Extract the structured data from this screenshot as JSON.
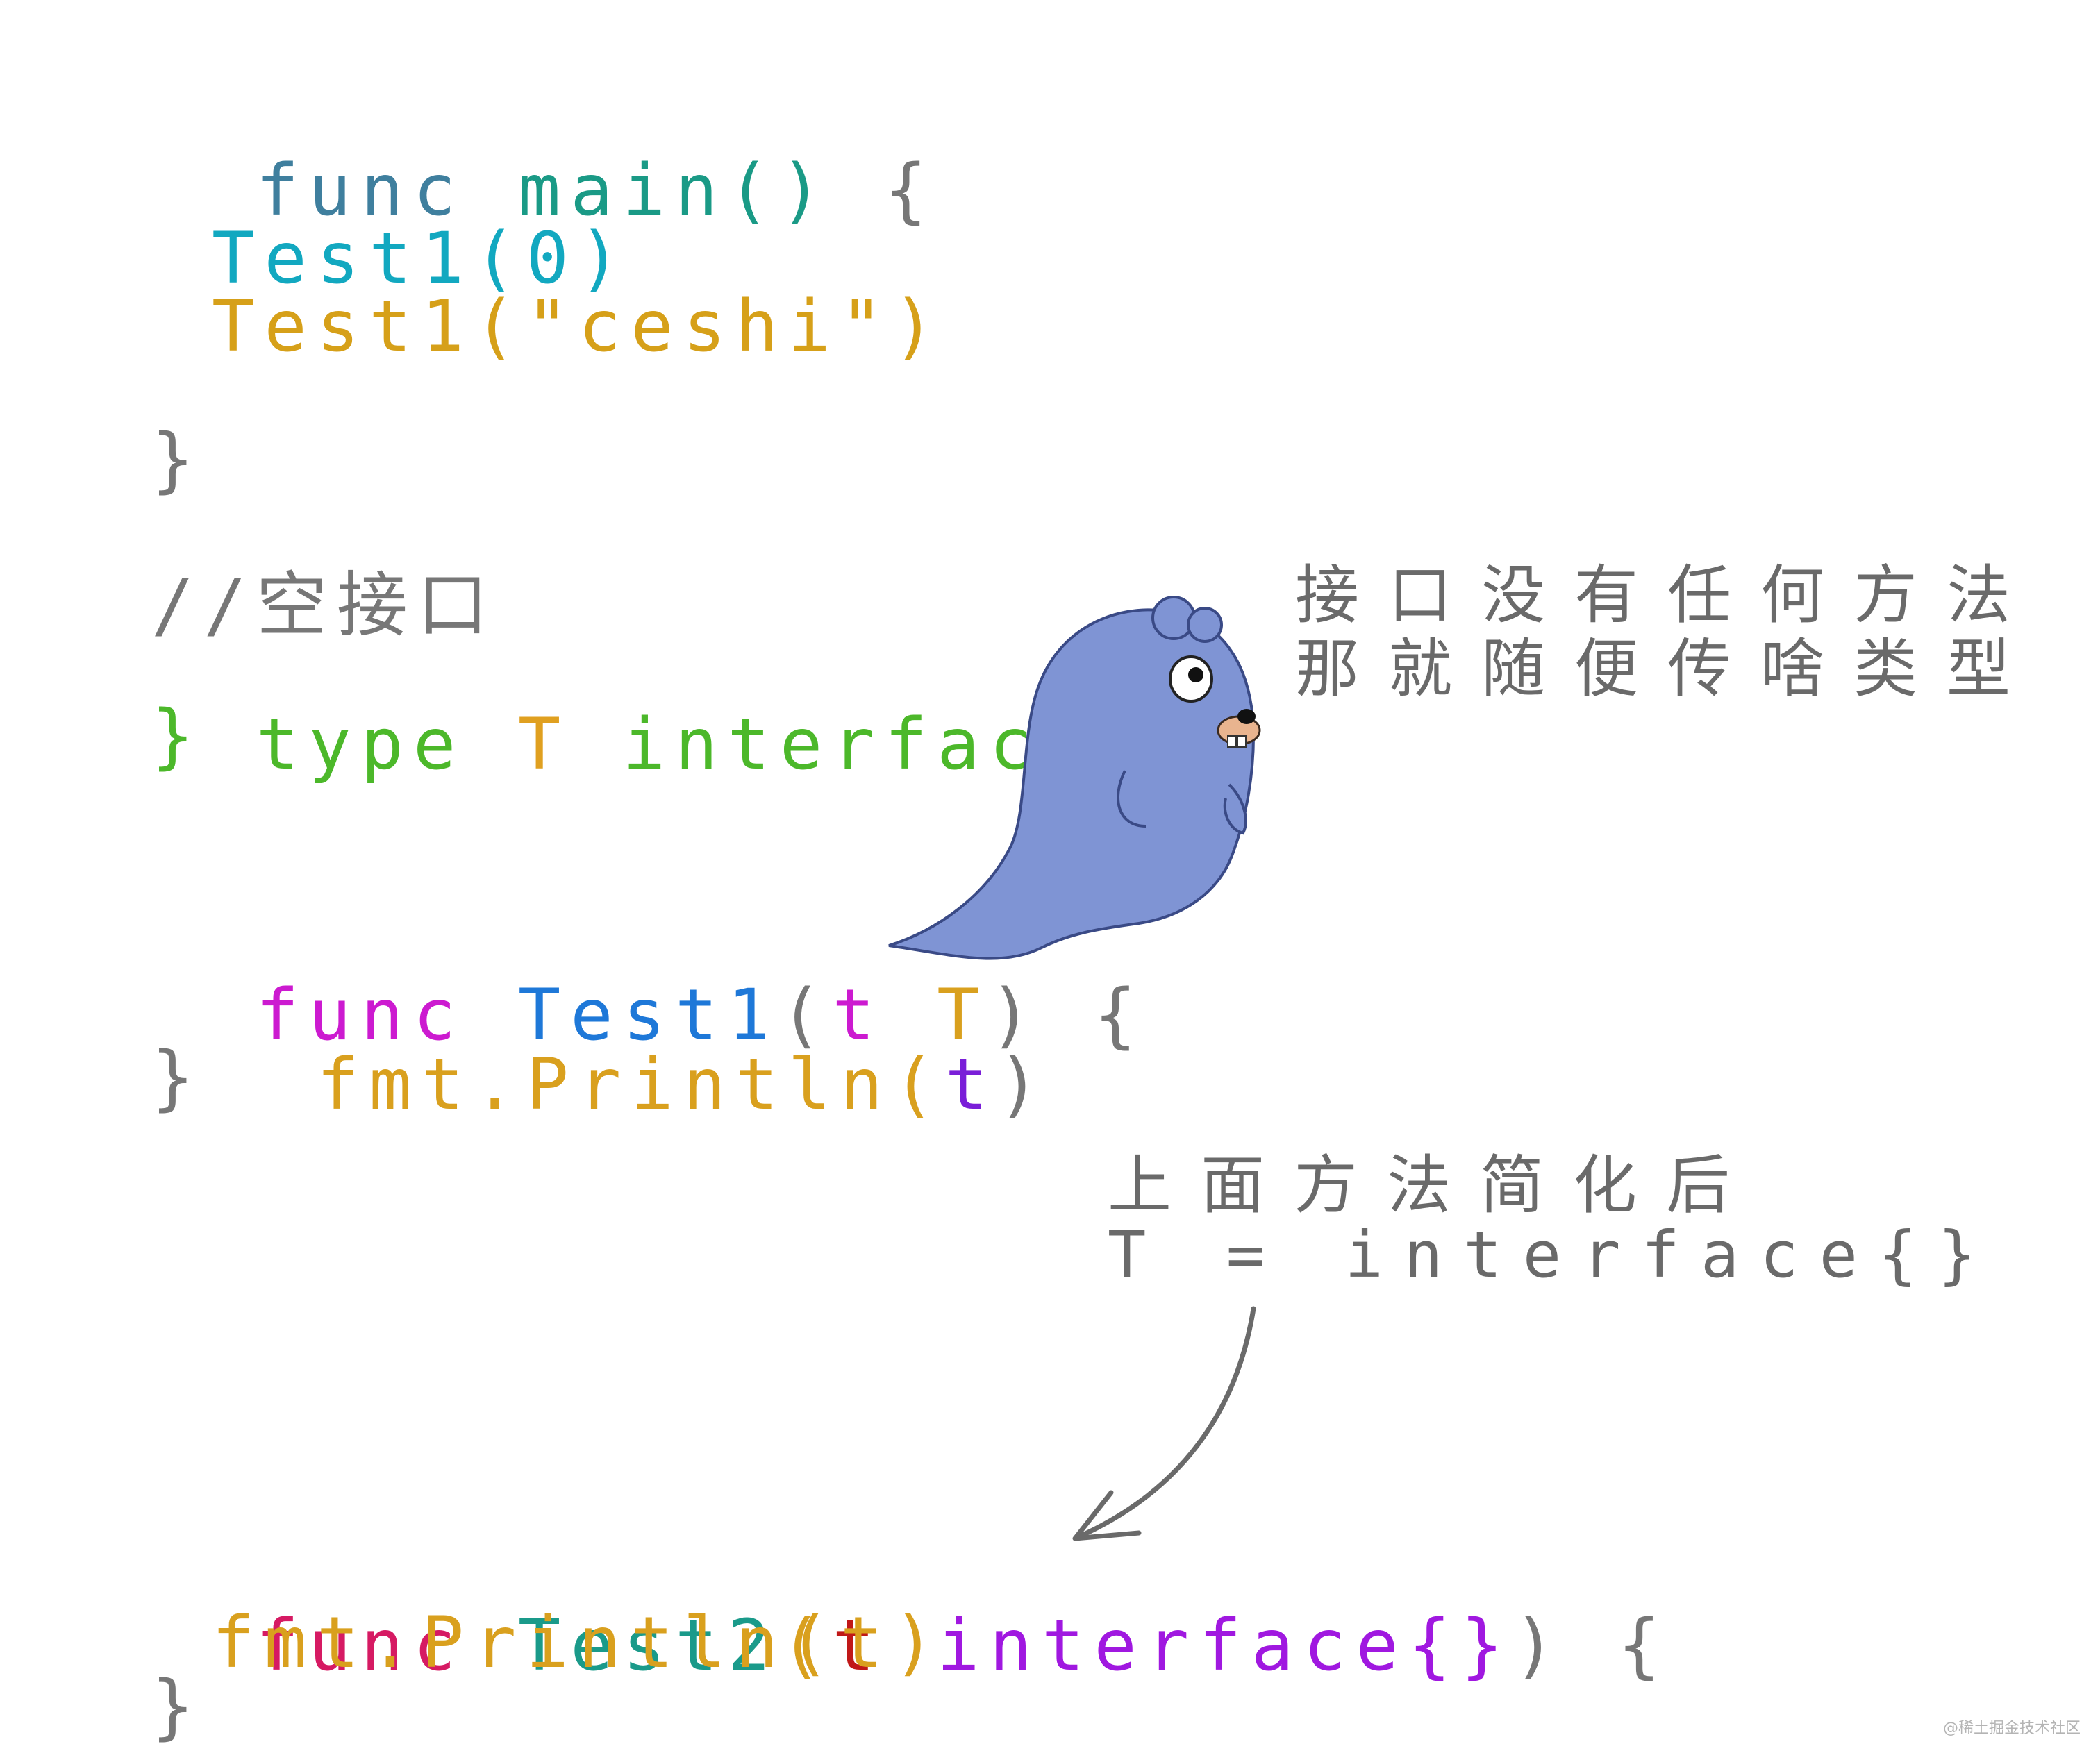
{
  "code": {
    "main": {
      "l1": {
        "kw": "func ",
        "name": "main() ",
        "brace": "{"
      },
      "call1": "Test1(0)",
      "call2": "Test1(\"ceshi\")",
      "close": "}"
    },
    "comment": "//空接口",
    "type_decl": {
      "l1": {
        "kw": "type ",
        "name": "T ",
        "rest": "interface {"
      },
      "close": "}"
    },
    "test1": {
      "l1": {
        "kw": "func ",
        "name": "Test1",
        "open": "(",
        "arg": "t ",
        "type": "T",
        "close": ") ",
        "brace": "{"
      },
      "body": {
        "fn": "fmt.Println(",
        "arg": "t",
        "close": ")"
      },
      "close": "}"
    },
    "test2": {
      "l1": {
        "kw": "func ",
        "name": "Test2",
        "open": "(",
        "arg": "t ",
        "type": "interface{}",
        "close": ") ",
        "brace": "{"
      },
      "body": "fmt.Println(t)",
      "close": "}"
    }
  },
  "notes": {
    "gopher_line1": "接口没有任何方法",
    "gopher_line2": "那就随便传啥类型",
    "simplify_line1": "上面方法简化后",
    "simplify_line2": "T = interface{}"
  },
  "watermark": "@稀土掘金技术社区",
  "colors": {
    "main_func": "#3f7f9e",
    "main_name": "#1a9a86",
    "gray": "#777777",
    "test1_call": "#12a8c0",
    "test1_call2": "#d6a019",
    "type_green": "#4cb82a",
    "type_T": "#e0a020",
    "magenta": "#cc1ad0",
    "blue": "#1e78d8",
    "gold": "#d9a01e",
    "purple": "#7a1ed8",
    "test2_func": "#d61a63",
    "test2_name": "#1a9a8a",
    "test2_arg": "#c01818",
    "test2_type": "#a018e0",
    "test2_body": "#d9a01e",
    "gopher": "#7f94d4"
  },
  "icons": {
    "mascot": "gopher-mascot-icon",
    "arrow": "curved-arrow-icon"
  }
}
